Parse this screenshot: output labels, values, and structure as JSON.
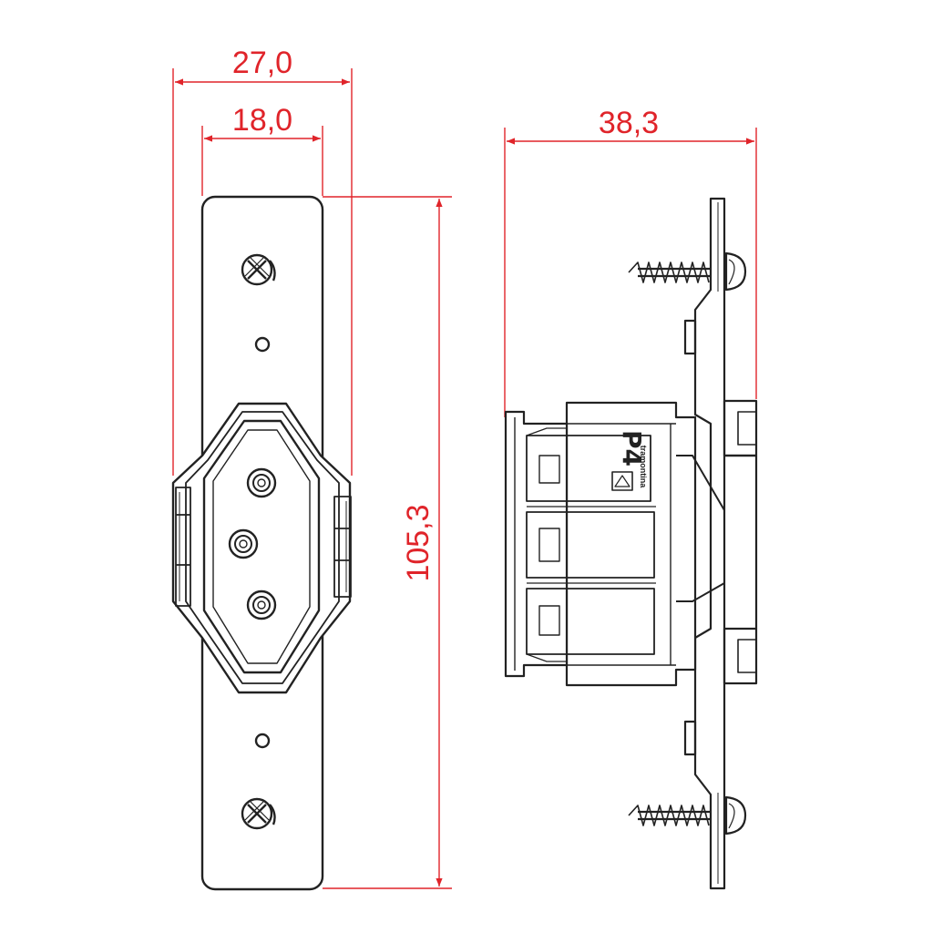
{
  "dimensions": {
    "overall_width": "27,0",
    "body_width": "18,0",
    "depth": "38,3",
    "height": "105,3"
  },
  "side_view": {
    "model_mark": "P4",
    "brand_text": "tramontina"
  },
  "colors": {
    "dimension_lines": "#e0242a",
    "outline": "#222222",
    "background": "#ffffff"
  }
}
